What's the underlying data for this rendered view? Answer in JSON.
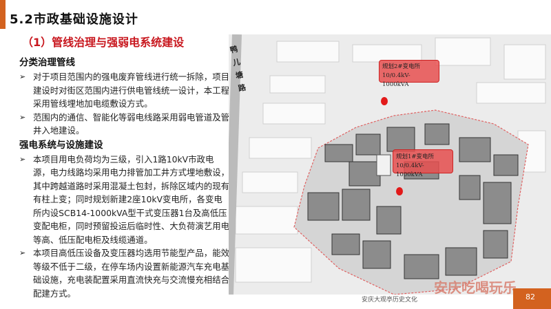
{
  "header": {
    "title": "5.2市政基础设施设计",
    "subtitle": "（1）管线治理与强弱电系统建设"
  },
  "sections": [
    {
      "heading": "分类治理管线",
      "items": [
        "对于项目范围内的强电废弃管线进行统一拆除，项目建设时对街区范围内进行供电管线统一设计，本工程采用管线埋地加电缆敷设方式。",
        "范围内的通信、智能化等弱电线路采用弱电管道及管井入地建设。"
      ]
    },
    {
      "heading": "强电系统与设施建设",
      "items": [
        "本项目用电负荷均为三级，引入1路10kV市政电源，电力线路均采用电力排管加工井方式埋地敷设，其中跨越道路时采用混凝土包封，拆除区域内的现有有柱上变；同时规划新建2座10kV变电所，各变电所内设SCB14-1000kVA型干式变压器1台及高低压变配电柜，同时预留投运后临时性、大负荷演艺用电等高、低压配电柜及线缆通道。",
        "本项目高低压设备及变压器均选用节能型产品，能效等级不低于二级，在停车场内设置新能源汽车充电基础设施，充电装配置采用直流快充与交流慢充相结合配建方式。"
      ]
    }
  ],
  "map": {
    "road": "鸭儿塘路",
    "callouts": [
      {
        "name": "规划2#变电所",
        "spec": "10/0.4kV-1000kVA"
      },
      {
        "name": "规划1#变电所",
        "spec": "10/0.4kV-1000kVA"
      }
    ]
  },
  "footer": {
    "project": "安庆大观亭历史文化",
    "page": "82",
    "watermark": "安庆吃喝玩乐"
  },
  "bullet": "➢"
}
